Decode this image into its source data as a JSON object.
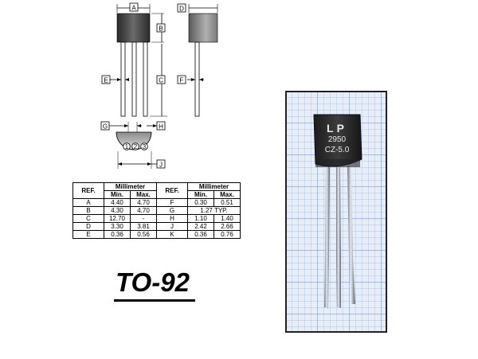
{
  "package": {
    "title": "TO-92"
  },
  "dimension_labels": {
    "A": "A",
    "B": "B",
    "C": "C",
    "D": "D",
    "E": "E",
    "F": "F",
    "G": "G",
    "H": "H",
    "J": "J"
  },
  "pin_numbers": [
    "1",
    "2",
    "3"
  ],
  "table": {
    "ref_header": "REF.",
    "unit_header": "Millimeter",
    "min_header": "Min.",
    "max_header": "Max.",
    "rows": [
      {
        "ref": "A",
        "min": "4.40",
        "max": "4.70",
        "ref2": "F",
        "min2": "0.30",
        "max2": "0.51"
      },
      {
        "ref": "B",
        "min": "4.30",
        "max": "4.70",
        "ref2": "G",
        "typ2": "1.27 TYP."
      },
      {
        "ref": "C",
        "min": "12.70",
        "max": "-",
        "ref2": "H",
        "min2": "1.10",
        "max2": "1.40"
      },
      {
        "ref": "D",
        "min": "3.30",
        "max": "3.81",
        "ref2": "J",
        "min2": "2.42",
        "max2": "2.66"
      },
      {
        "ref": "E",
        "min": "0.36",
        "max": "0.56",
        "ref2": "K",
        "min2": "0.36",
        "max2": "0.76"
      }
    ]
  },
  "photo": {
    "marking_line1": "LP",
    "marking_line2": "2950",
    "marking_line3": "CZ-5.0"
  },
  "colors": {
    "body_dark": "#3a3a3a",
    "grid_line": "#9bb7dd",
    "grid_bg": "#e9eef6",
    "frame": "#222222"
  }
}
